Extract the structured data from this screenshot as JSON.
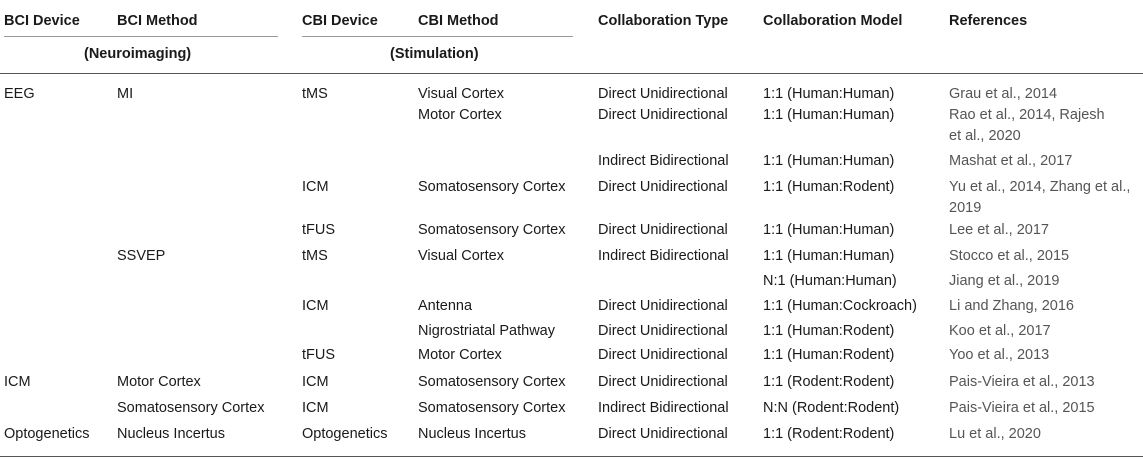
{
  "headers": {
    "bci_device": "BCI Device",
    "bci_method": "BCI Method",
    "neuroimaging": "(Neuroimaging)",
    "cbi_device": "CBI Device",
    "cbi_method": "CBI Method",
    "stimulation": "(Stimulation)",
    "collab_type": "Collaboration Type",
    "collab_model": "Collaboration Model",
    "references": "References"
  },
  "rows": [
    {
      "bci_device": "EEG",
      "bci_method": "MI",
      "cbi_device": "tMS",
      "cbi_method": "Visual Cortex",
      "type": "Direct Unidirectional",
      "model": "1:1 (Human:Human)",
      "ref": "Grau et al., 2014"
    },
    {
      "bci_device": "",
      "bci_method": "",
      "cbi_device": "",
      "cbi_method": "Motor Cortex",
      "type": "Direct Unidirectional",
      "model": "1:1 (Human:Human)",
      "ref": "Rao et al., 2014, Rajesh",
      "ref2": "et al., 2020"
    },
    {
      "bci_device": "",
      "bci_method": "",
      "cbi_device": "",
      "cbi_method": "",
      "type": "Indirect Bidirectional",
      "model": "1:1 (Human:Human)",
      "ref": "Mashat et al., 2017"
    },
    {
      "bci_device": "",
      "bci_method": "",
      "cbi_device": "ICM",
      "cbi_method": "Somatosensory Cortex",
      "type": "Direct Unidirectional",
      "model": "1:1 (Human:Rodent)",
      "ref": "Yu et al., 2014, Zhang et al.,",
      "ref2": "2019"
    },
    {
      "bci_device": "",
      "bci_method": "",
      "cbi_device": "tFUS",
      "cbi_method": "Somatosensory Cortex",
      "type": "Direct Unidirectional",
      "model": "1:1 (Human:Human)",
      "ref": "Lee et al., 2017"
    },
    {
      "bci_device": "",
      "bci_method": "SSVEP",
      "cbi_device": "tMS",
      "cbi_method": "Visual Cortex",
      "type": "Indirect Bidirectional",
      "model": "1:1 (Human:Human)",
      "ref": "Stocco et al., 2015"
    },
    {
      "bci_device": "",
      "bci_method": "",
      "cbi_device": "",
      "cbi_method": "",
      "type": "",
      "model": "N:1 (Human:Human)",
      "ref": "Jiang et al., 2019"
    },
    {
      "bci_device": "",
      "bci_method": "",
      "cbi_device": "ICM",
      "cbi_method": "Antenna",
      "type": "Direct Unidirectional",
      "model": "1:1 (Human:Cockroach)",
      "ref": "Li and Zhang, 2016"
    },
    {
      "bci_device": "",
      "bci_method": "",
      "cbi_device": "",
      "cbi_method": "Nigrostriatal Pathway",
      "type": "Direct Unidirectional",
      "model": "1:1 (Human:Rodent)",
      "ref": "Koo et al., 2017"
    },
    {
      "bci_device": "",
      "bci_method": "",
      "cbi_device": "tFUS",
      "cbi_method": "Motor Cortex",
      "type": "Direct Unidirectional",
      "model": "1:1 (Human:Rodent)",
      "ref": "Yoo et al., 2013"
    },
    {
      "bci_device": "ICM",
      "bci_method": "Motor Cortex",
      "cbi_device": "ICM",
      "cbi_method": "Somatosensory Cortex",
      "type": "Direct Unidirectional",
      "model": "1:1 (Rodent:Rodent)",
      "ref": "Pais-Vieira et al., 2013"
    },
    {
      "bci_device": "",
      "bci_method": "Somatosensory Cortex",
      "cbi_device": "ICM",
      "cbi_method": "Somatosensory Cortex",
      "type": "Indirect Bidirectional",
      "model": "N:N (Rodent:Rodent)",
      "ref": "Pais-Vieira et al., 2015"
    },
    {
      "bci_device": "Optogenetics",
      "bci_method": "Nucleus Incertus",
      "cbi_device": "Optogenetics",
      "cbi_method": "Nucleus Incertus",
      "type": "Direct Unidirectional",
      "model": "1:1 (Rodent:Rodent)",
      "ref": "Lu et al., 2020"
    }
  ]
}
